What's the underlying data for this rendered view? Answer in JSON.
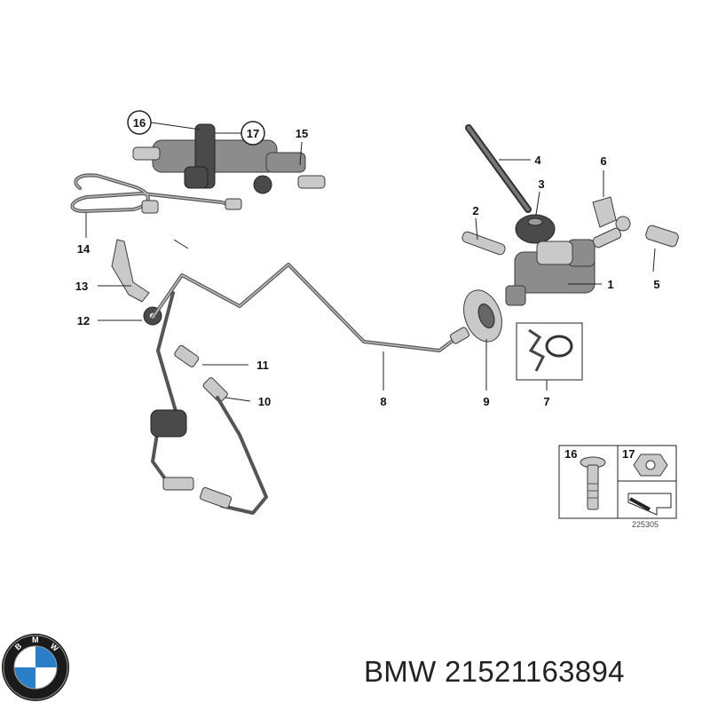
{
  "callouts": {
    "c1": "1",
    "c2": "2",
    "c3": "3",
    "c4": "4",
    "c5": "5",
    "c6": "6",
    "c7": "7",
    "c8": "8",
    "c9": "9",
    "c10": "10",
    "c11": "11",
    "c12": "12",
    "c13": "13",
    "c14": "14",
    "c15": "15",
    "c16": "16",
    "c17": "17"
  },
  "inset": {
    "label_16": "16",
    "label_17": "17",
    "reference_number": "225305"
  },
  "logo": {
    "text": "BMW",
    "colors": {
      "ring": "#1a1a1a",
      "blue": "#2a7fc9",
      "white": "#ffffff"
    }
  },
  "caption": "BMW 21521163894"
}
